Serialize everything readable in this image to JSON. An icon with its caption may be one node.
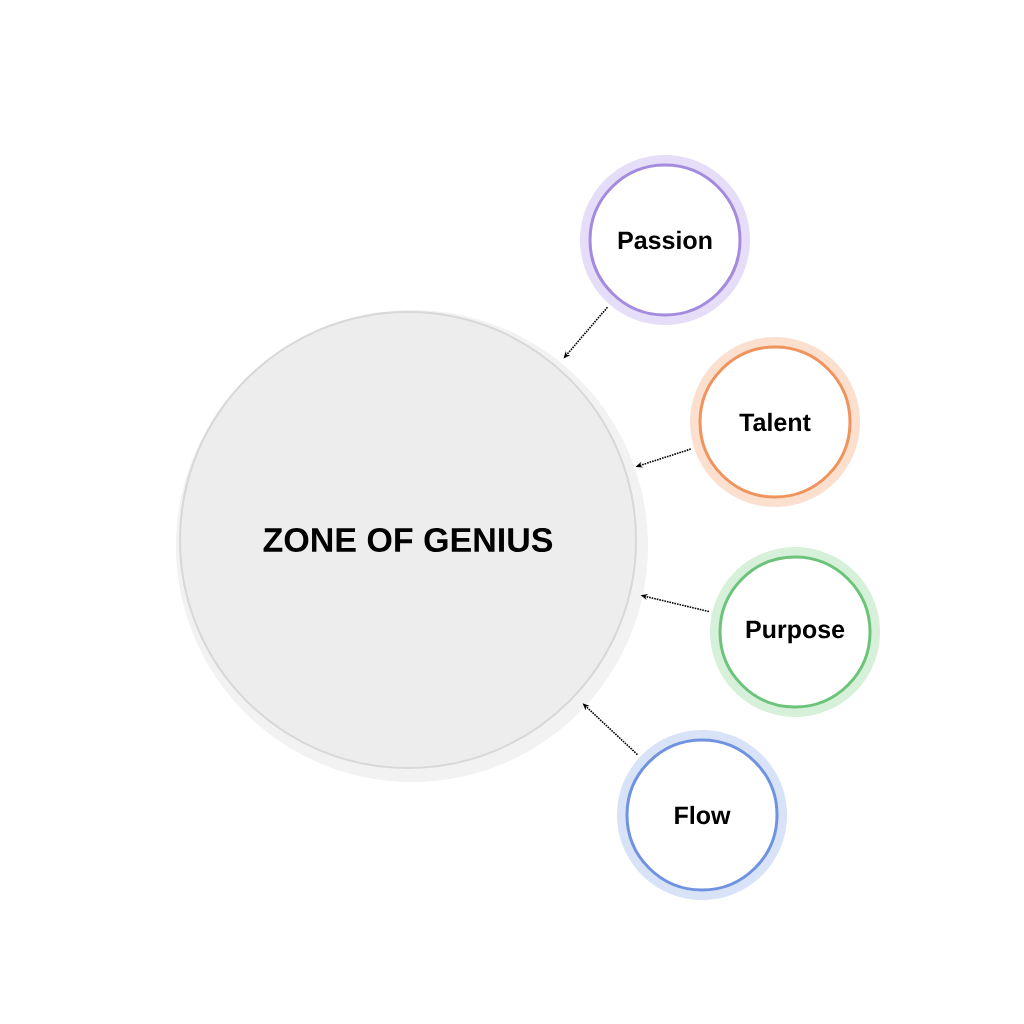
{
  "diagram": {
    "nodes": [
      {
        "text": [
          "ZONE OF GENIUS"
        ]
      },
      {
        "text": [
          "Passion"
        ]
      },
      {
        "text": [
          "Talent"
        ]
      },
      {
        "text": [
          "Purpose"
        ]
      },
      {
        "text": [
          "Flow"
        ]
      }
    ],
    "edges": [
      {
        "from": 1,
        "to": 0,
        "arrow": "to"
      },
      {
        "from": 2,
        "to": 0,
        "arrow": "to"
      },
      {
        "from": 3,
        "to": 0,
        "arrow": "to"
      },
      {
        "from": 4,
        "to": 0,
        "arrow": "to"
      }
    ]
  }
}
